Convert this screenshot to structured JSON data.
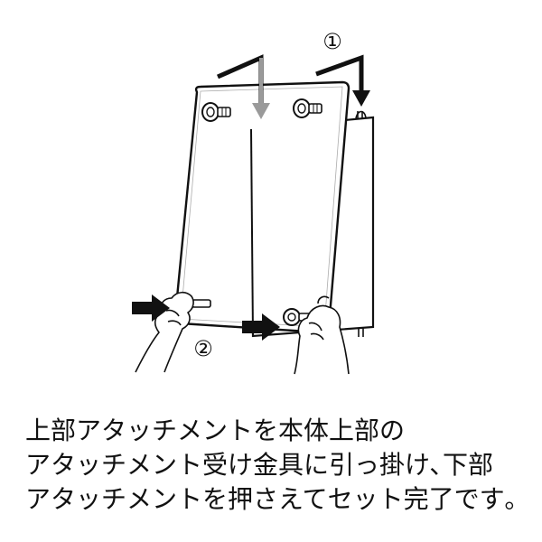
{
  "steps": [
    {
      "number": "①"
    },
    {
      "number": "②"
    }
  ],
  "caption": {
    "lines": [
      "上部アタッチメントを本体上部の",
      "アタッチメント受け金具に引っ掛け､下部",
      "アタッチメントを押さえてセット完了です｡"
    ]
  },
  "icons": {
    "top_arrow": "down-arrow-icon",
    "press_arrow": "right-arrow-icon"
  },
  "colors": {
    "ink": "#111111",
    "gray_arrow": "#9a9a9a"
  }
}
